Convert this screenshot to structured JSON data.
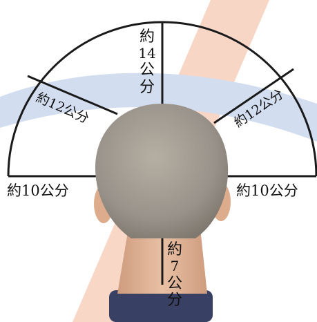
{
  "labels": {
    "top": [
      "約",
      "14",
      "公",
      "分"
    ],
    "upper_left": "約12公分",
    "upper_right": "約12公分",
    "left": "約10公分",
    "right": "約10公分",
    "neck": [
      "約",
      "7",
      "公",
      "分"
    ]
  },
  "colors": {
    "line": "#1a1a1a",
    "text": "#111111",
    "watermark_orange": "#f6c9b4",
    "watermark_blue": "#c3d2ec",
    "hair": "#9c968b",
    "skin": "#e2b597",
    "collar": "#384064"
  }
}
